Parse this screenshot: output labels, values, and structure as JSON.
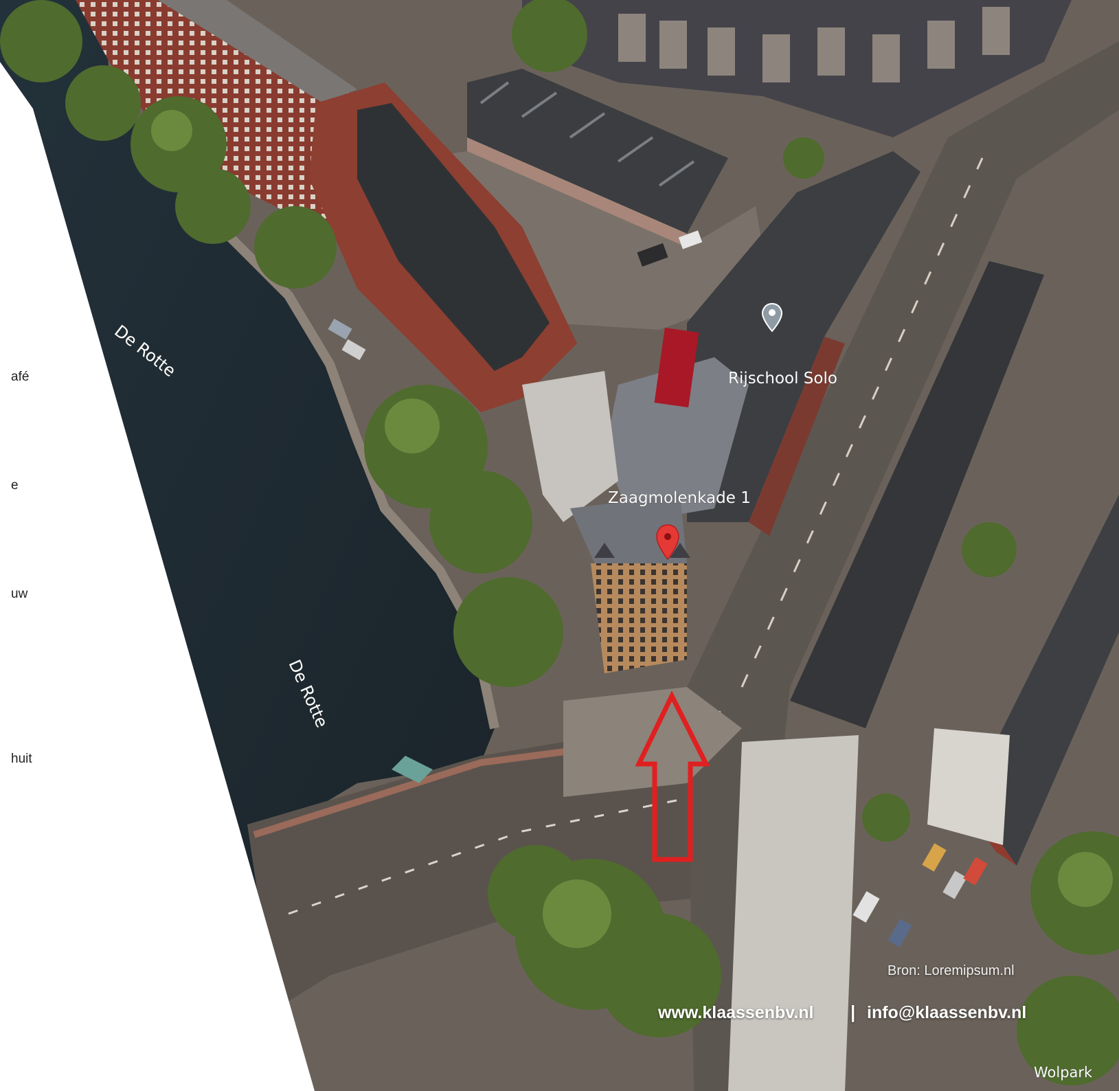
{
  "sidebar": {
    "fragments": [
      "afé",
      "e",
      "uw",
      "huit"
    ]
  },
  "map": {
    "labels": {
      "river_north": "De Rotte",
      "river_south": "De Rotte",
      "poi_driving_school": "Rijschool Solo",
      "address": "Zaagmolenkade 1",
      "park": "Wolpark"
    },
    "colors": {
      "water": "#1f2a31",
      "roof_dark": "#3a3d41",
      "brick": "#8a3b2f",
      "tree": "#4e6a2f",
      "street": "#5d5650",
      "pin": "#e53935",
      "arrow": "#e02020"
    },
    "icons": {
      "address_pin": "map-pin-red-icon",
      "poi_pin": "map-pin-grey-icon",
      "direction_arrow": "arrow-up-outline-icon"
    }
  },
  "footer": {
    "source": "Bron: Loremipsum.nl",
    "website": "www.klaassenbv.nl",
    "separator": "|",
    "email": "info@klaassenbv.nl"
  }
}
